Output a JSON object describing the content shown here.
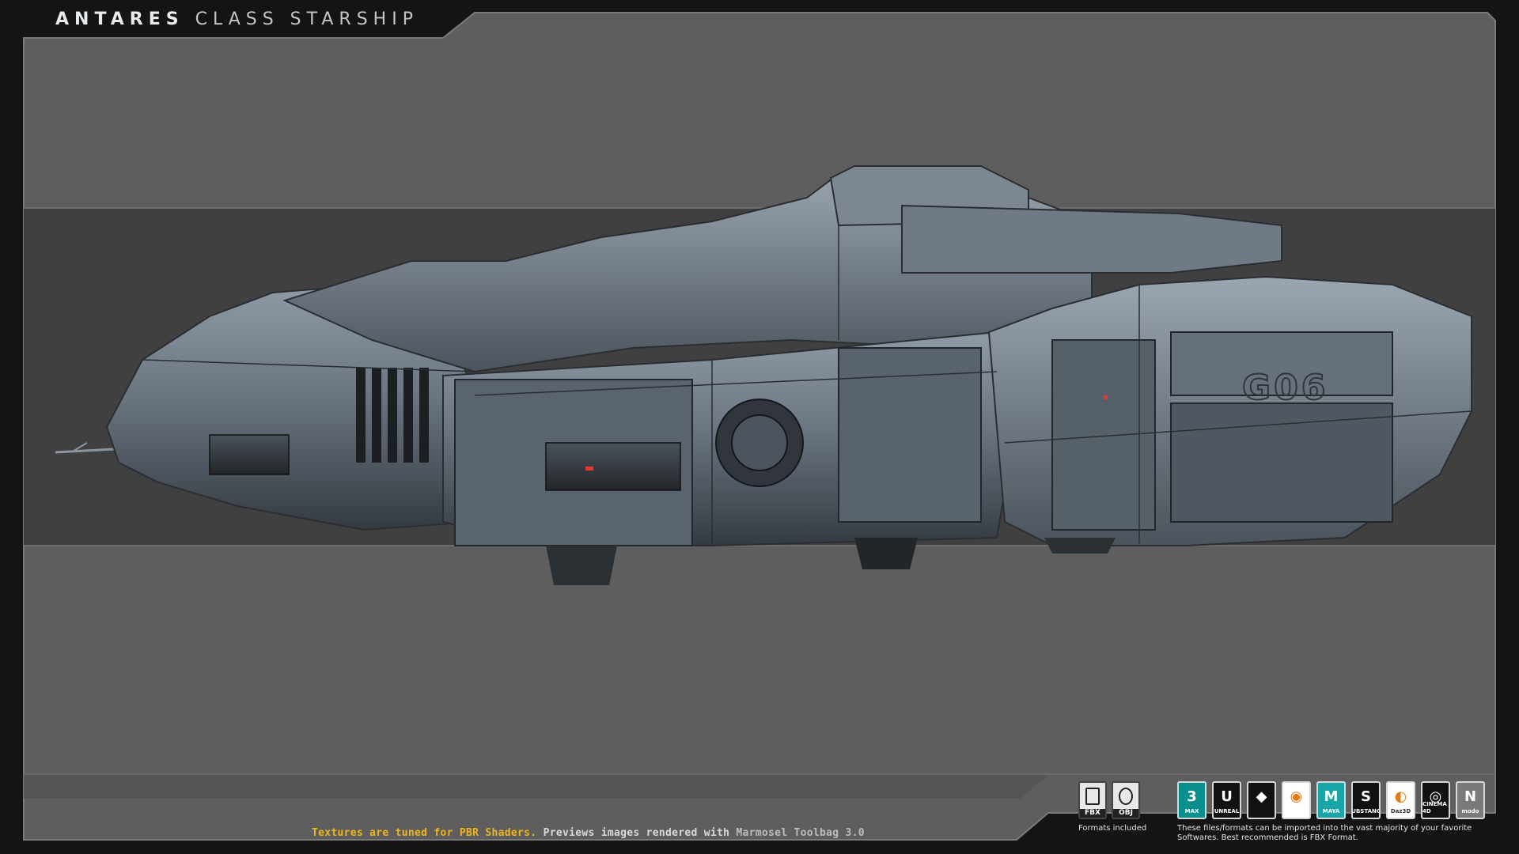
{
  "title": {
    "part1": "ANTARES",
    "part2": "CLASS STARSHIP"
  },
  "caption": {
    "highlight": "Textures are tuned for PBR Shaders.",
    "text": " Previews images rendered with ",
    "muted": "Marmosel Toolbag 3.0"
  },
  "formats": {
    "icons": [
      "FBX",
      "OBJ"
    ],
    "label": "Formats included"
  },
  "software": {
    "icons": [
      {
        "name": "max-icon",
        "label": "MAX",
        "glyph": "3",
        "color": "#0a8f8f"
      },
      {
        "name": "unreal-icon",
        "label": "UNREAL",
        "glyph": "U",
        "color": "#111111"
      },
      {
        "name": "unity-icon",
        "label": "",
        "glyph": "◆",
        "color": "#111111"
      },
      {
        "name": "blender-icon",
        "label": "",
        "glyph": "◉",
        "color": "#ffffff"
      },
      {
        "name": "maya-icon",
        "label": "MAYA",
        "glyph": "M",
        "color": "#1aa6a6"
      },
      {
        "name": "substance-icon",
        "label": "SUBSTANCE",
        "glyph": "S",
        "color": "#111111"
      },
      {
        "name": "daz3d-icon",
        "label": "Daz3D",
        "glyph": "◐",
        "color": "#ffffff"
      },
      {
        "name": "cinema4d-icon",
        "label": "CINEMA 4D",
        "glyph": "◎",
        "color": "#111111"
      },
      {
        "name": "modo-icon",
        "label": "modo",
        "glyph": "N",
        "color": "#7a7a7a"
      }
    ],
    "note": "These files/formats can be imported into the vast majority of your favorite Softwares. Best recommended is FBX Format."
  },
  "colors": {
    "accent": "#f0b51c",
    "background": "#141414",
    "panel": "#5c5c5c",
    "band": "#424242"
  }
}
